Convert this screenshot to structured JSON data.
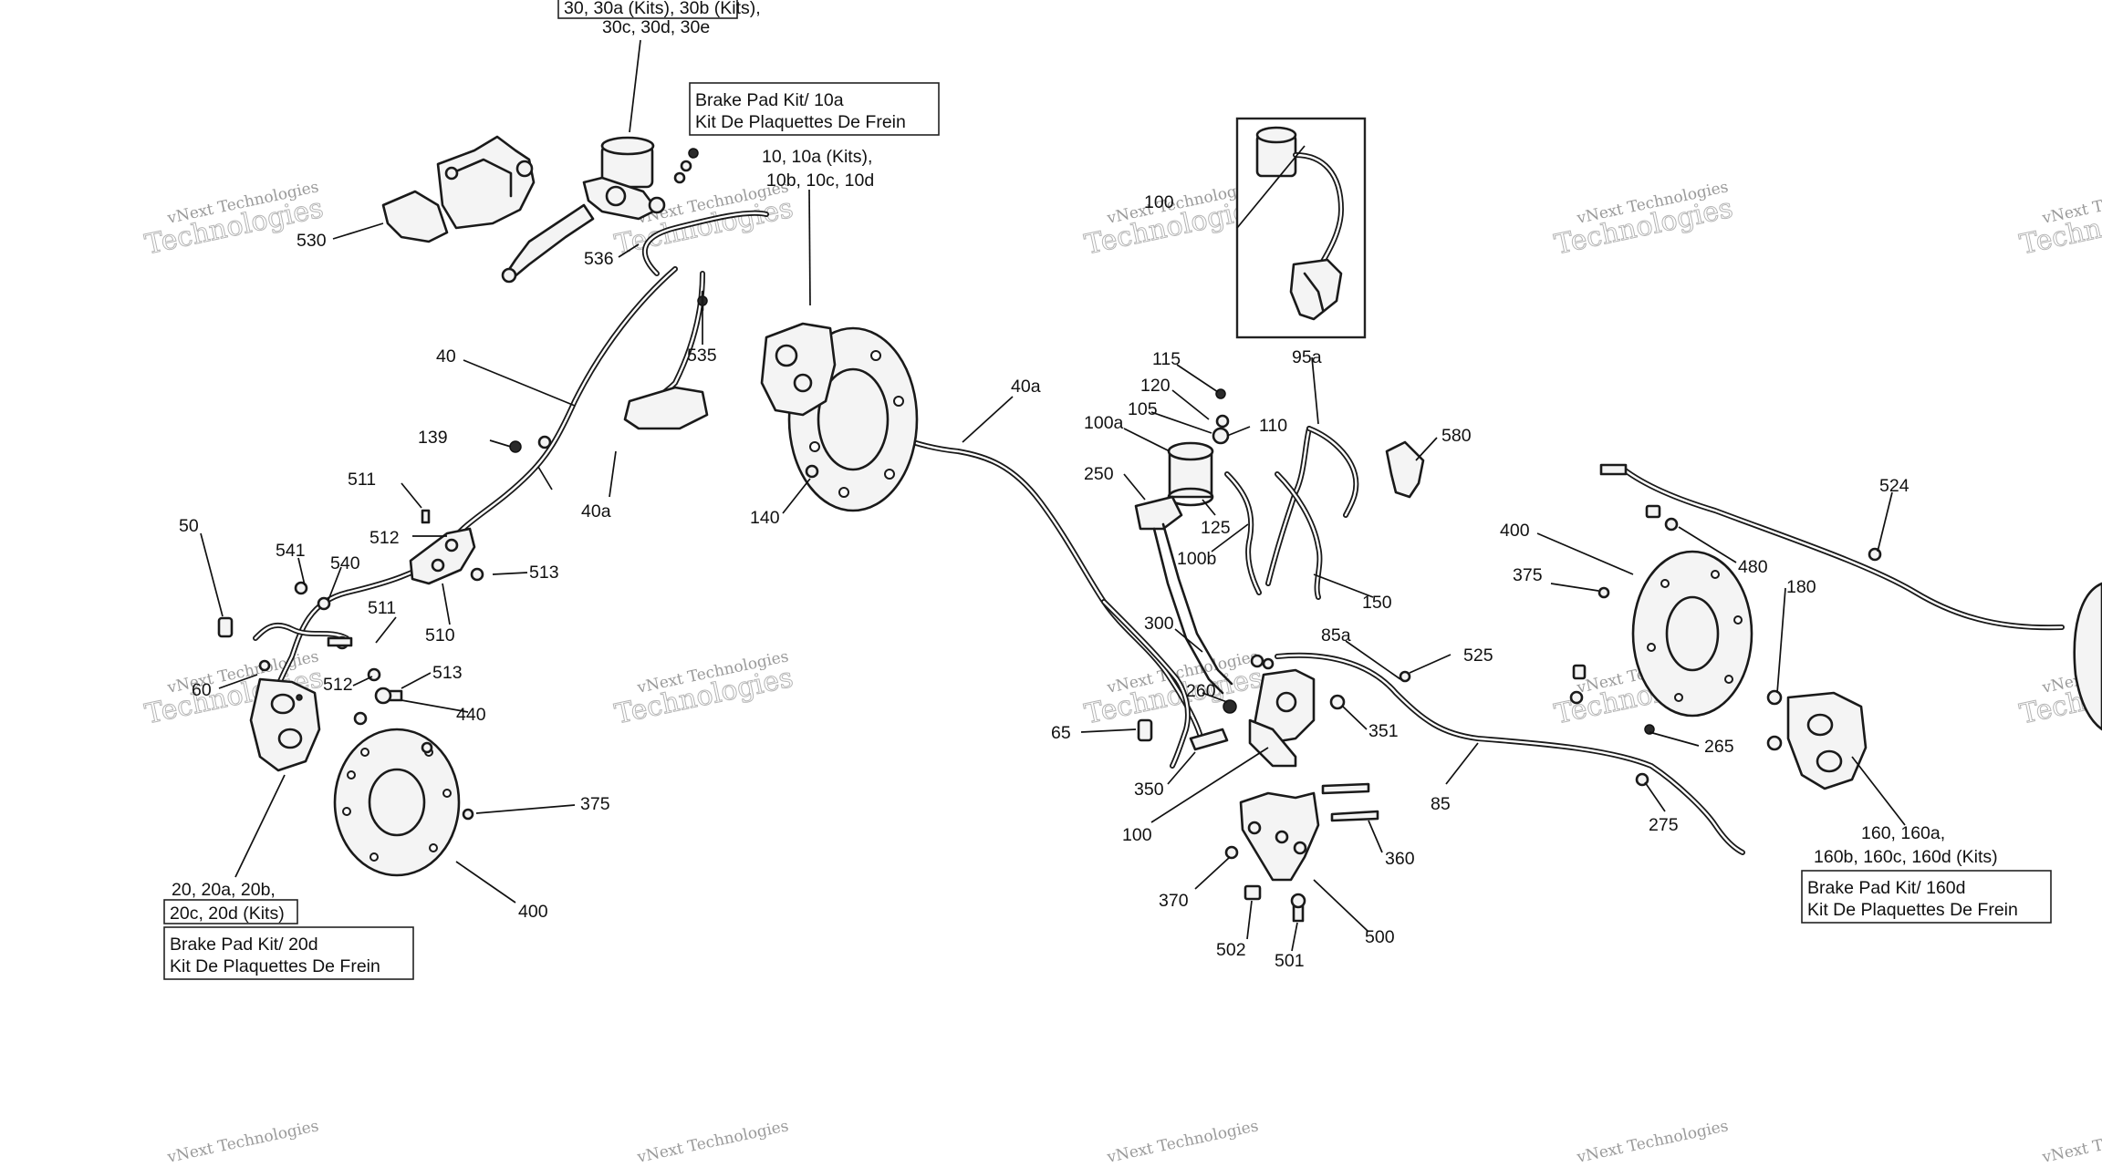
{
  "callouts": {
    "c30": "30, 30a (Kits), 30b (Kits),",
    "c30b": "30c, 30d, 30e",
    "c530": "530",
    "c536": "536",
    "c535": "535",
    "c10": "10, 10a (Kits),",
    "c10b": "10b, 10c, 10d",
    "c40": "40",
    "c40a_top": "40a",
    "c40a_mid": "40a",
    "c139": "139",
    "c140": "140",
    "c511a": "511",
    "c512a": "512",
    "c513a": "513",
    "c541": "541",
    "c540": "540",
    "c510": "510",
    "c511b": "511",
    "c512b": "512",
    "c513b": "513",
    "c50": "50",
    "c60": "60",
    "c440": "440",
    "c375_left": "375",
    "c400_left": "400",
    "c20": "20, 20a, 20b,",
    "c100_top": "100",
    "c95a": "95a",
    "c115": "115",
    "c120": "120",
    "c105": "105",
    "c110": "110",
    "c100a": "100a",
    "c580": "580",
    "c250": "250",
    "c125": "125",
    "c100b": "100b",
    "c150": "150",
    "c300": "300",
    "c260": "260",
    "c85a": "85a",
    "c525": "525",
    "c65": "65",
    "c351": "351",
    "c350": "350",
    "c85": "85",
    "c100_bottom": "100",
    "c360": "360",
    "c370": "370",
    "c500": "500",
    "c502": "502",
    "c501": "501",
    "c400_right": "400",
    "c375_right": "375",
    "c480": "480",
    "c524": "524",
    "c180": "180",
    "c265": "265",
    "c275": "275",
    "c160": "160, 160a,",
    "c160b": "160b, 160c, 160d (Kits)"
  },
  "boxed": {
    "c20_kits": "20c, 20d (Kits)"
  },
  "boxes": {
    "brake_pad_10a_line1": "Brake Pad Kit/ 10a",
    "brake_pad_10a_line2": "Kit De Plaquettes De Frein",
    "brake_pad_20d_line1": "Brake Pad Kit/ 20d",
    "brake_pad_20d_line2": "Kit De Plaquettes De Frein",
    "brake_pad_160d_line1": "Brake Pad Kit/ 160d",
    "brake_pad_160d_line2": "Kit De Plaquettes De Frein"
  },
  "watermark": {
    "line1": "vNext Technologies",
    "line2": "Technologies"
  }
}
